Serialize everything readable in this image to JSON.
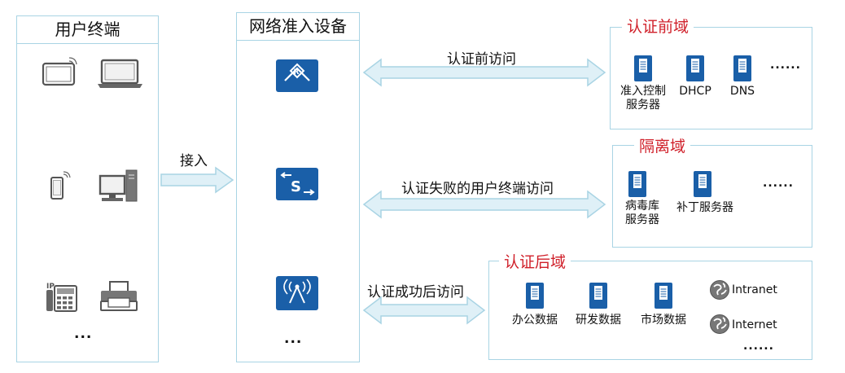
{
  "left_panel": {
    "title": "用户终端",
    "more": "..."
  },
  "middle_panel": {
    "title": "网络准入设备",
    "more": "..."
  },
  "access_label": "接入",
  "arrows": {
    "pre_auth": "认证前访问",
    "auth_fail": "认证失败的用户终端访问",
    "auth_success": "认证成功后访问"
  },
  "pre_auth_zone": {
    "title": "认证前域",
    "servers": [
      "准入控制\n服务器",
      "DHCP",
      "DNS"
    ],
    "more": "......"
  },
  "isolation_zone": {
    "title": "隔离域",
    "servers": [
      "病毒库\n服务器",
      "补丁服务器"
    ],
    "more": "......"
  },
  "post_auth_zone": {
    "title": "认证后域",
    "servers": [
      "办公数据",
      "研发数据",
      "市场数据"
    ],
    "networks": [
      "Intranet",
      "Internet"
    ],
    "more": "......"
  },
  "colors": {
    "panel_border": "#a9d4e4",
    "accent": "#1a5fa8",
    "zone_title": "#d0202a",
    "arrow_fill": "#dff0f7"
  }
}
